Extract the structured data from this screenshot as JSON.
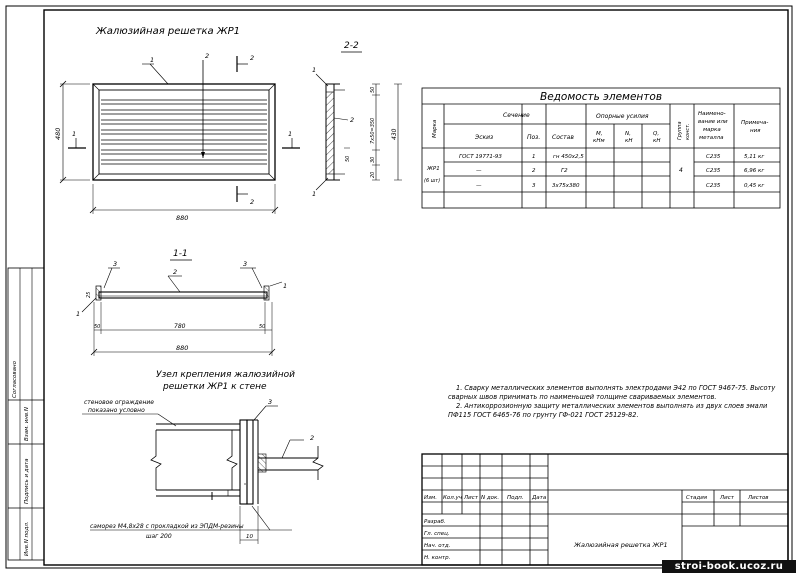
{
  "views": {
    "main_title": "Жалюзийная решетка ЖР1",
    "section_22": "2-2",
    "section_11": "1-1",
    "node_title_line1": "Узел крепления жалюзийной",
    "node_title_line2": "решетки ЖР1 к стене"
  },
  "callouts": {
    "n1": "1",
    "n2": "2",
    "n3": "3"
  },
  "dims": {
    "w880": "880",
    "h480": "480",
    "h430": "430",
    "d50": "50",
    "d7x50": "7x50=350",
    "d30": "30",
    "d20": "20",
    "d50b": "50",
    "d25": "25",
    "d780": "780",
    "d10": "10"
  },
  "annotations": {
    "wall_line1": "стеновое ограждение",
    "wall_line2": "показано условно",
    "screw_line1": "саморез М4,8х28 с прокладкой из ЭПДМ-резины",
    "screw_line2": "шаг 200"
  },
  "table": {
    "title": "Ведомость элементов",
    "h_marka": "Марка",
    "h_sechenie": "Сечение",
    "h_eskiz": "Эскиз",
    "h_poz": "Поз.",
    "h_sostav": "Состав",
    "h_efforts": "Опорные усилия",
    "h_m": "M,",
    "h_m2": "кНм",
    "h_n": "N,",
    "h_n2": "кН",
    "h_q": "Q,",
    "h_q2": "кН",
    "h_group1": "Группа",
    "h_group2": "конст.",
    "h_name1": "Наимено-",
    "h_name2": "вание или",
    "h_name3": "марка",
    "h_name4": "металла",
    "h_prim1": "Примеча-",
    "h_prim2": "ния",
    "mark1": "ЖР1",
    "mark2": "(6 шт)",
    "group": "4",
    "rows": [
      {
        "eskiz": "ГОСТ 19771-93",
        "poz": "1",
        "sostav": "гн 450х2,5",
        "metal": "С235",
        "note": "5,11 кг"
      },
      {
        "eskiz": "—",
        "poz": "2",
        "sostav": "Г2",
        "metal": "С235",
        "note": "6,96 кг"
      },
      {
        "eskiz": "—",
        "poz": "3",
        "sostav": "3х75х380",
        "metal": "С235",
        "note": "0,45 кг"
      }
    ]
  },
  "notes": {
    "note1": "1. Сварку металлических элементов выполнять электродами Э42 по ГОСТ 9467-75. Высоту сварных швов принимать по наименьшей толщине свариваемых элементов.",
    "note2": "2. Антикоррозионную защиту металлических элементов выполнять из двух слоев эмали ПФ115 ГОСТ 6465-76 по грунту ГФ-021 ГОСТ 25129-82."
  },
  "title_block": {
    "izm": "Изм.",
    "kol": "Кол.уч",
    "list": "Лист",
    "ndok": "N док.",
    "podp": "Подп.",
    "data": "Дата",
    "razrab": "Разраб.",
    "gl_spec": "Гл. спец.",
    "nach_otd": "Нач. отд.",
    "n_kontr": "Н. контр.",
    "stadiya": "Стадия",
    "list2": "Лист",
    "listov": "Листов",
    "name": "Жалюзийная решетка ЖР1"
  },
  "side_stamp": {
    "soglasovano": "Согласовано",
    "vzam": "Взам. инв.N",
    "podp_data": "Подпись и дата",
    "inv": "Инв.N подл."
  },
  "watermark": "stroi-book.ucoz.ru"
}
